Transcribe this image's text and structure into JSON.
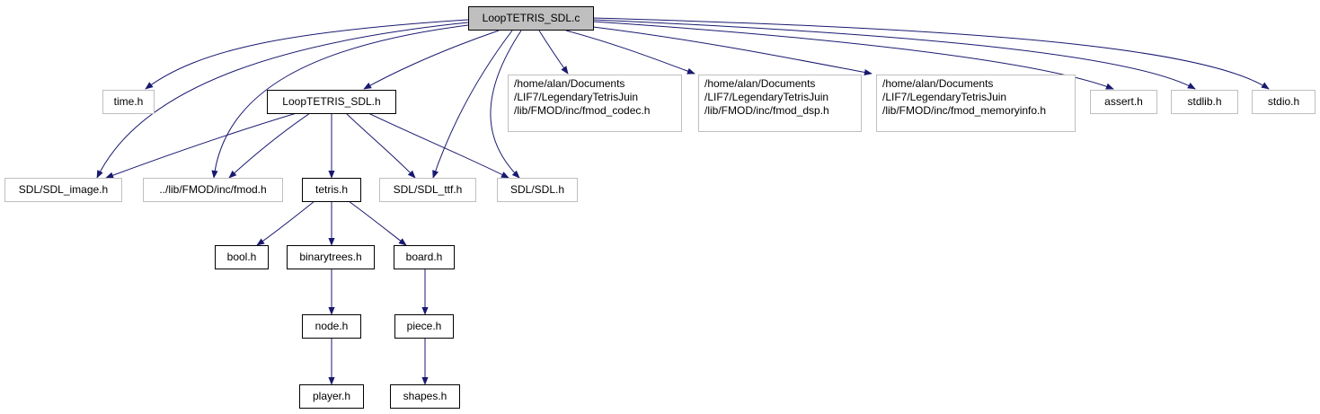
{
  "graph": {
    "root": "LoopTETRIS_SDL.c",
    "header": "LoopTETRIS_SDL.h",
    "includes": {
      "time": "time.h",
      "sdl_image": "SDL/SDL_image.h",
      "fmod": "../lib/FMOD/inc/fmod.h",
      "tetris": "tetris.h",
      "sdl_ttf": "SDL/SDL_ttf.h",
      "sdl": "SDL/SDL.h",
      "fmod_codec": [
        "/home/alan/Documents",
        "/LIF7/LegendaryTetrisJuin",
        "/lib/FMOD/inc/fmod_codec.h"
      ],
      "fmod_dsp": [
        "/home/alan/Documents",
        "/LIF7/LegendaryTetrisJuin",
        "/lib/FMOD/inc/fmod_dsp.h"
      ],
      "fmod_memoryinfo": [
        "/home/alan/Documents",
        "/LIF7/LegendaryTetrisJuin",
        "/lib/FMOD/inc/fmod_memoryinfo.h"
      ],
      "assert": "assert.h",
      "stdlib": "stdlib.h",
      "stdio": "stdio.h",
      "bool": "bool.h",
      "binarytrees": "binarytrees.h",
      "board": "board.h",
      "node": "node.h",
      "piece": "piece.h",
      "player": "player.h",
      "shapes": "shapes.h"
    },
    "colors": {
      "edge": "#191970",
      "root_fill": "#bfbfbf",
      "documented_border": "#000000",
      "undocumented_border": "#bfbfbf"
    }
  }
}
